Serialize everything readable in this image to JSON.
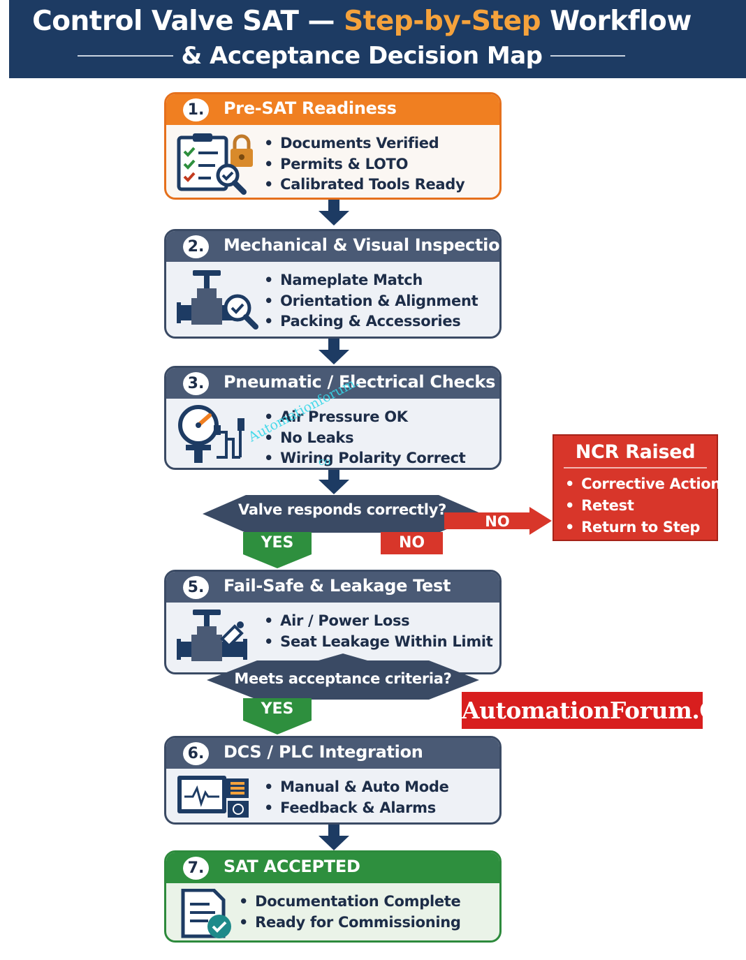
{
  "header": {
    "title_part1": "Control Valve SAT — ",
    "title_accent": "Step-by-Step",
    "title_part2": " Workflow",
    "subtitle": "& Acceptance Decision Map"
  },
  "steps": [
    {
      "number": "1.",
      "title": "Pre-SAT Readiness",
      "icon": "checklist-lock-magnifier-icon",
      "items": [
        "Documents Verified",
        "Permits & LOTO",
        "Calibrated Tools Ready"
      ]
    },
    {
      "number": "2.",
      "title": "Mechanical & Visual Inspection",
      "icon": "valve-magnifier-icon",
      "items": [
        "Nameplate Match",
        "Orientation & Alignment",
        "Packing & Accessories"
      ]
    },
    {
      "number": "3.",
      "title": "Pneumatic / Electrical Checks",
      "icon": "pressure-gauge-wiring-icon",
      "items": [
        "Air Pressure OK",
        "No Leaks",
        "Wiring Polarity Correct"
      ]
    },
    {
      "number": "5.",
      "title": "Fail-Safe & Leakage Test",
      "icon": "valve-actuator-icon",
      "items": [
        "Air / Power Loss",
        "Seat Leakage Within Limit"
      ]
    },
    {
      "number": "6.",
      "title": "DCS / PLC Integration",
      "icon": "monitor-waveform-icon",
      "items": [
        "Manual & Auto Mode",
        "Feedback & Alarms"
      ]
    },
    {
      "number": "7.",
      "title": "SAT ACCEPTED",
      "icon": "document-checkmark-icon",
      "items": [
        "Documentation Complete",
        "Ready for Commissioning"
      ]
    }
  ],
  "decision1": {
    "question": "Valve responds correctly?",
    "yes": "YES",
    "no": "NO",
    "no_arrow": "NO"
  },
  "decision2": {
    "question": "Meets acceptance criteria?",
    "yes": "YES"
  },
  "ncr": {
    "title": "NCR Raised",
    "items": [
      "Corrective Action",
      "Retest",
      "Return to Step"
    ]
  },
  "brand": "AutomationForum.Co",
  "watermark": {
    "line1": "Automationforum.",
    "line2": "co"
  },
  "colors": {
    "header": "#1d3b63",
    "accent": "#f5a23c",
    "step_orange": "#f07f21",
    "step_slate": "#4a5a75",
    "step_green": "#2e8f3e",
    "yes_green": "#2e8f3e",
    "no_red": "#d8362a",
    "ncr_red": "#d8362a",
    "brand_red": "#d81e1e"
  }
}
